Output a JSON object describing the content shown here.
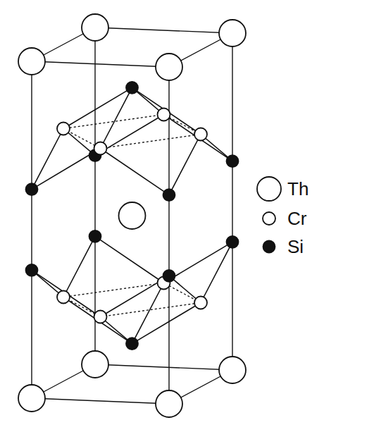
{
  "diagram": {
    "legend": [
      {
        "text": "Th"
      },
      {
        "text": "Cr"
      },
      {
        "text": "Si"
      }
    ]
  }
}
